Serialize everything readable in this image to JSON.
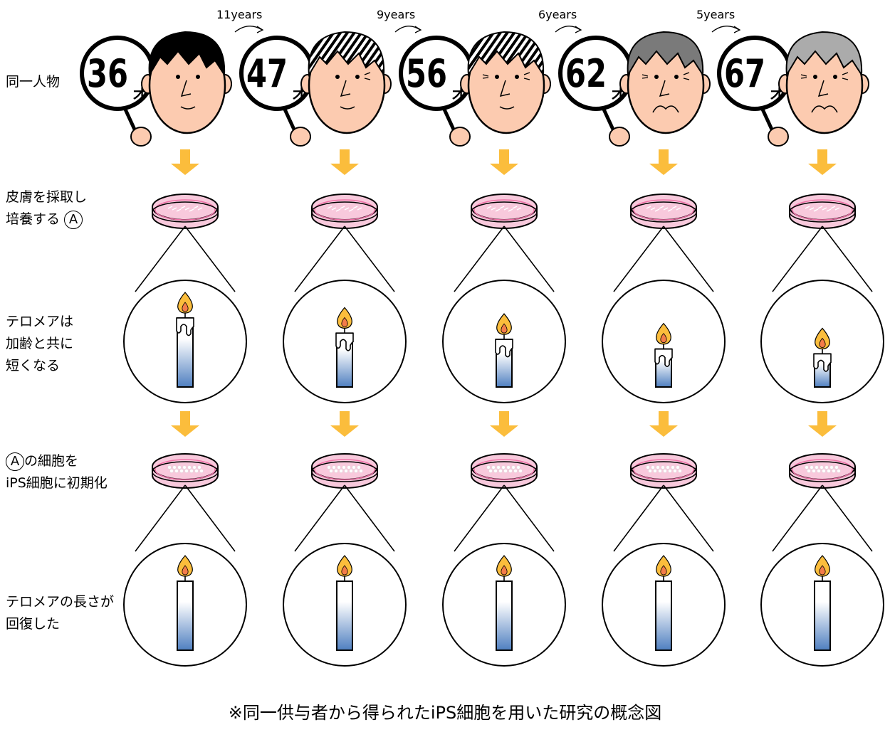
{
  "row_labels": {
    "same_person": "同一人物",
    "skin_line1": "皮膚を採取し",
    "skin_line2": "培養する",
    "circle_a": "A",
    "telomere_line1": "テロメアは",
    "telomere_line2": "加齢と共に",
    "telomere_line3": "短くなる",
    "ips_line1": "の細胞を",
    "ips_line2": "iPS細胞に初期化",
    "restored_line1": "テロメアの長さが",
    "restored_line2": "回復した"
  },
  "ages": [
    {
      "age": "36",
      "unit": "才",
      "hair": "#000000",
      "striped": false,
      "old": false,
      "telomere": 1.0
    },
    {
      "age": "47",
      "unit": "才",
      "hair": "#000000",
      "striped": true,
      "old": false,
      "telomere": 0.78
    },
    {
      "age": "56",
      "unit": "才",
      "hair": "#000000",
      "striped": true,
      "old": false,
      "telomere": 0.69
    },
    {
      "age": "62",
      "unit": "才",
      "hair": "#7a7a7a",
      "striped": false,
      "old": true,
      "telomere": 0.55
    },
    {
      "age": "67",
      "unit": "才",
      "hair": "#ababab",
      "striped": false,
      "old": true,
      "telomere": 0.48
    }
  ],
  "intervals": [
    "11years",
    "9years",
    "6years",
    "5years"
  ],
  "caption": "※同一供与者から得られたiPS細胞を用いた研究の概念図",
  "colors": {
    "arrow": "#fbbd3c",
    "skin": "#fccbb0",
    "dish": "#f8c9dc",
    "dish_line": "#ee6fa5",
    "candle_blue": "#4f7fc0",
    "flame_outer": "#fbbd3c",
    "flame_inner": "#f47c4a"
  }
}
